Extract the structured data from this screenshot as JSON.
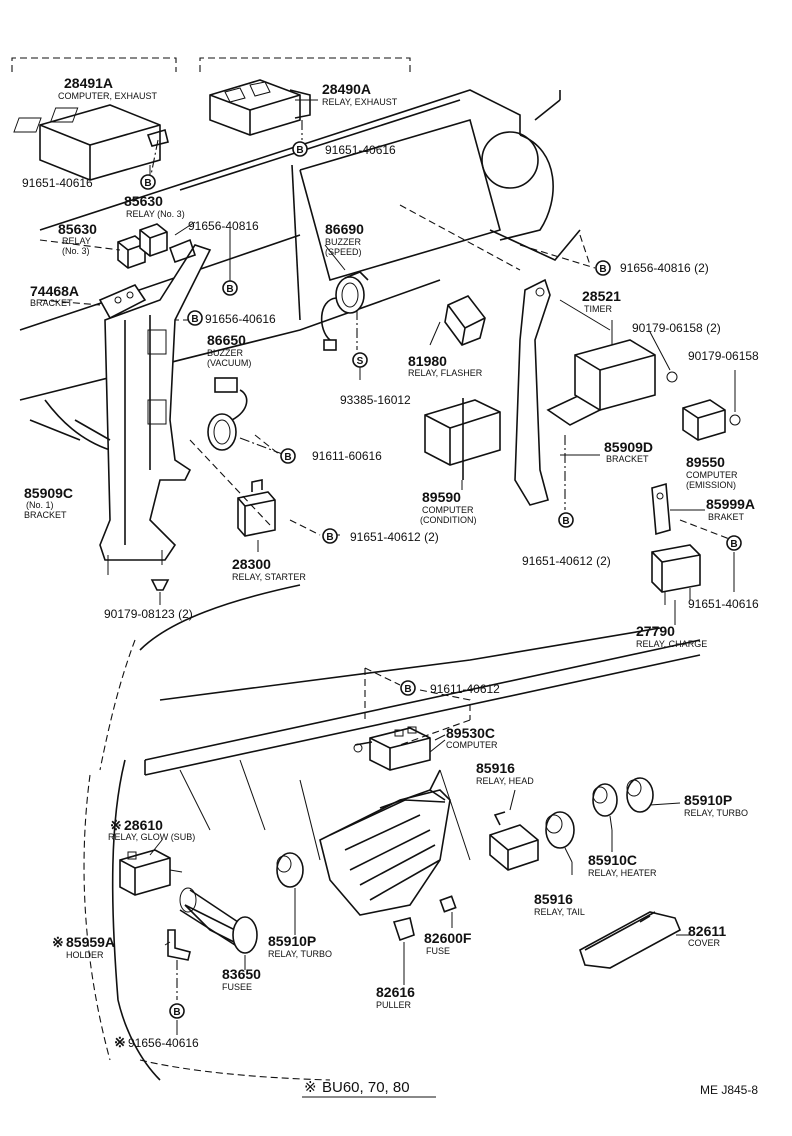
{
  "labels": {
    "p28491a": "28491A",
    "p28491a_name": "COMPUTER, EXHAUST",
    "p28490a": "28490A",
    "p28490a_name": "RELAY, EXHAUST",
    "b91651_40616_top": "91651-40616",
    "b91651_40616_left": "91651-40616",
    "p85630_a": "85630",
    "p85630_a_name": "RELAY (No. 3)",
    "p85630_b": "85630",
    "p85630_b_name1": "RELAY",
    "p85630_b_name2": "(No. 3)",
    "b91656_40816_a": "91656-40816",
    "p74468a": "74468A",
    "p74468a_name": "BRACKET",
    "b91656_40616": "91656-40616",
    "p86690": "86690",
    "p86690_name1": "BUZZER",
    "p86690_name2": "(SPEED)",
    "b91656_40816_r": "91656-40816 (2)",
    "p28521": "28521",
    "p28521_name": "TIMER",
    "b90179_06158_2": "90179-06158 (2)",
    "b90179_06158": "90179-06158",
    "p86650": "86650",
    "p86650_name1": "BUZZER",
    "p86650_name2": "(VACUUM)",
    "p81980": "81980",
    "p81980_name": "RELAY, FLASHER",
    "b93385": "93385-16012",
    "b91611_60616": "91611-60616",
    "p85909d": "85909D",
    "p85909d_name": "BRACKET",
    "p89550": "89550",
    "p89550_name1": "COMPUTER",
    "p89550_name2": "(EMISSION)",
    "p85909c": "85909C",
    "p85909c_name1": "(No. 1)",
    "p85909c_name2": "BRACKET",
    "p89590": "89590",
    "p89590_name1": "COMPUTER",
    "p89590_name2": "(CONDITION)",
    "p85999a": "85999A",
    "p85999a_name": "BRAKET",
    "b91651_40612_2a": "91651-40612 (2)",
    "b91651_40612_2b": "91651-40612  (2)",
    "p28300": "28300",
    "p28300_name": "RELAY, STARTER",
    "b91651_40616_r": "91651-40616",
    "b90179_08123": "90179-08123 (2)",
    "p27790": "27790",
    "p27790_name": "RELAY, CHARGE",
    "b91611_40612": "91611-40612",
    "p89530c": "89530C",
    "p89530c_name": "COMPUTER",
    "p85916_head": "85916",
    "p85916_head_name": "RELAY, HEAD",
    "p85910p_r": "85910P",
    "p85910p_r_name": "RELAY, TURBO",
    "p28610": "28610",
    "p28610_name": "RELAY, GLOW (SUB)",
    "p85910c": "85910C",
    "p85910c_name": "RELAY, HEATER",
    "p85916_tail": "85916",
    "p85916_tail_name": "RELAY, TAIL",
    "p85959a": "85959A",
    "p85959a_name": "HOLDER",
    "p85910p_l": "85910P",
    "p85910p_l_name": "RELAY, TURBO",
    "p82600f": "82600F",
    "p82600f_name": "FUSE",
    "p82611": "82611",
    "p82611_name": "COVER",
    "p83650": "83650",
    "p83650_name": "FUSEE",
    "p82616": "82616",
    "p82616_name": "PULLER",
    "b91656_40616_bottom": "91656-40616",
    "models": "BU60, 70, 80",
    "drawing_code": "ME J845-8",
    "mark_b": "B",
    "mark_s": "S",
    "mark_star": "※"
  }
}
